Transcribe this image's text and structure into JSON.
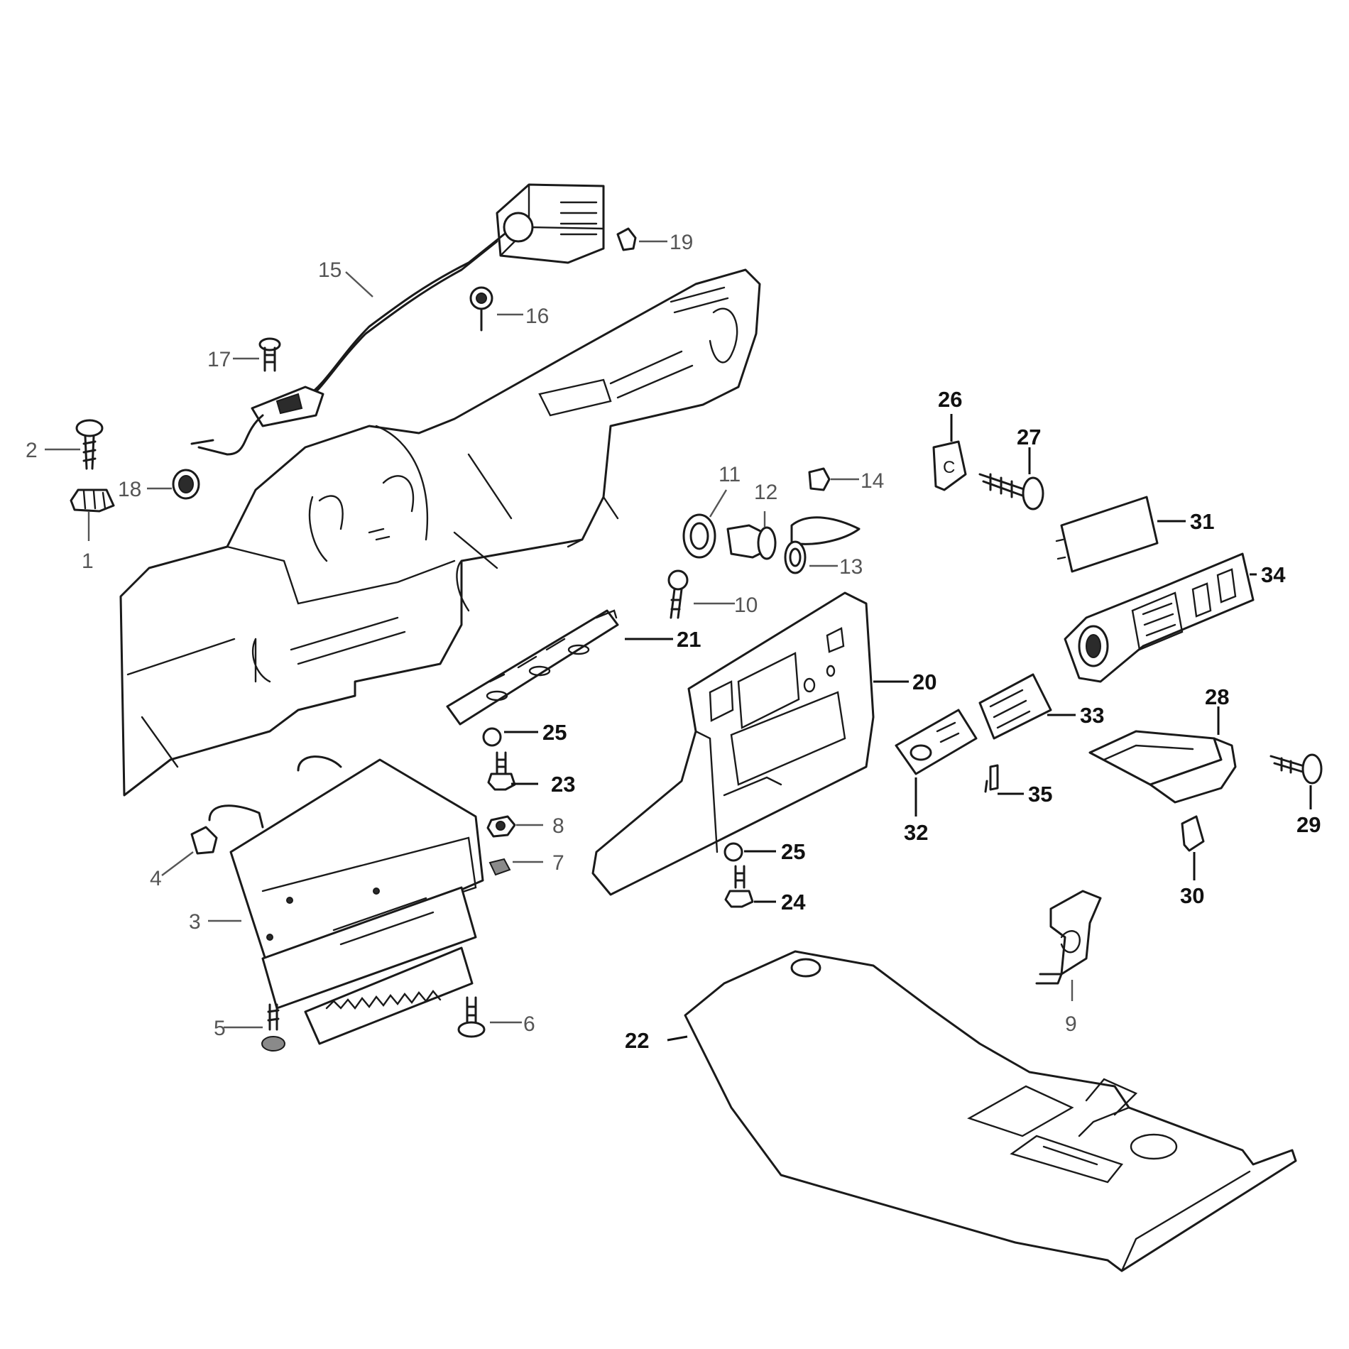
{
  "diagram": {
    "labels": {
      "p1": "1",
      "p2": "2",
      "p3": "3",
      "p4": "4",
      "p5": "5",
      "p6": "6",
      "p7": "7",
      "p8": "8",
      "p9": "9",
      "p10": "10",
      "p11": "11",
      "p12": "12",
      "p13": "13",
      "p14": "14",
      "p15": "15",
      "p16": "16",
      "p17": "17",
      "p18": "18",
      "p19": "19",
      "p20": "20",
      "p21": "21",
      "p22": "22",
      "p23": "23",
      "p24": "24",
      "p25a": "25",
      "p25b": "25",
      "p26": "26",
      "p27": "27",
      "p28": "28",
      "p29": "29",
      "p30": "30",
      "p31": "31",
      "p32": "32",
      "p33": "33",
      "p34": "34",
      "p35": "35"
    }
  }
}
